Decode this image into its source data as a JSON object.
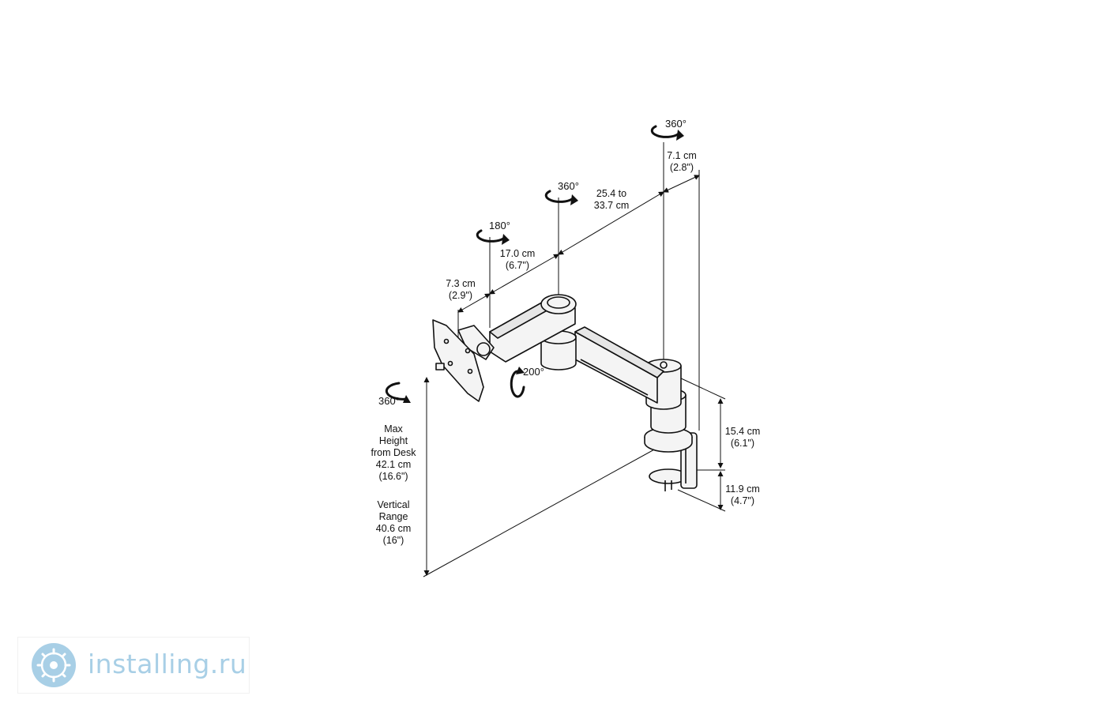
{
  "diagram": {
    "rotations": {
      "base_pole": "360°",
      "elbow_top": "360°",
      "head_top": "180°",
      "head_joint": "200°",
      "plate": "360°"
    },
    "dimensions": {
      "top_offset": {
        "metric": "7.1 cm",
        "imperial": "(2.8\")"
      },
      "arm_length": {
        "line1": "25.4 to",
        "line2": "33.7 cm"
      },
      "forearm_length": {
        "metric": "17.0 cm",
        "imperial": "(6.7\")"
      },
      "head_offset": {
        "metric": "7.3 cm",
        "imperial": "(2.9\")"
      },
      "pole_height": {
        "metric": "15.4 cm",
        "imperial": "(6.1\")"
      },
      "clamp_height": {
        "metric": "11.9 cm",
        "imperial": "(4.7\")"
      }
    },
    "max_height": {
      "line1": "Max",
      "line2": "Height",
      "line3": "from Desk",
      "metric": "42.1 cm",
      "imperial": "(16.6\")"
    },
    "vertical_range": {
      "line1": "Vertical",
      "line2": "Range",
      "metric": "40.6 cm",
      "imperial": "(16\")"
    }
  },
  "watermark": {
    "text": "installing.ru",
    "logo_icon": "gear-globe-icon",
    "color": "#a8cfe6"
  }
}
